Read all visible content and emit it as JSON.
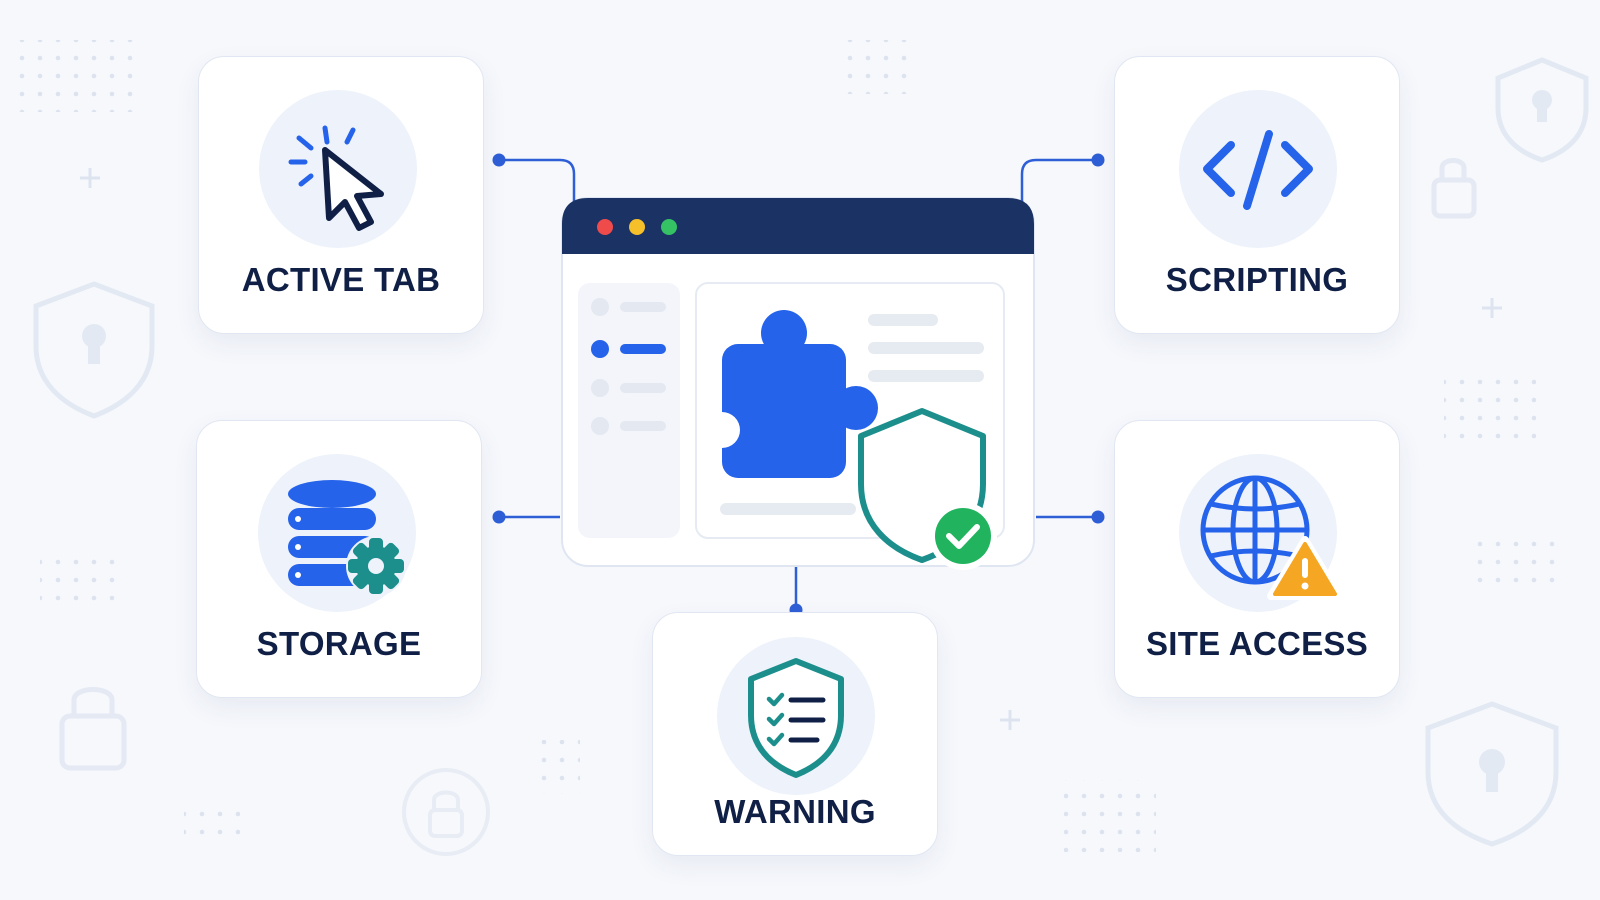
{
  "cards": {
    "active_tab": {
      "label": "ACTIVE TAB",
      "icon": "cursor-click-icon"
    },
    "scripting": {
      "label": "SCRIPTING",
      "icon": "code-brackets-icon"
    },
    "storage": {
      "label": "STORAGE",
      "icon": "database-gear-icon"
    },
    "site_access": {
      "label": "SITE ACCESS",
      "icon": "globe-warning-icon"
    },
    "warning": {
      "label": "WARNING",
      "icon": "shield-checklist-icon"
    }
  },
  "center": {
    "window": "browser-window",
    "extension_icon": "puzzle-piece-icon",
    "security_icon": "shield-check-icon"
  },
  "colors": {
    "brand_blue": "#2563eb",
    "navy": "#1b3265",
    "teal": "#1c8f8c",
    "green": "#22b35e",
    "warning_amber": "#f5a623",
    "dot_red": "#ef4b4b",
    "dot_yellow": "#f5c02a",
    "dot_green": "#34c265"
  }
}
